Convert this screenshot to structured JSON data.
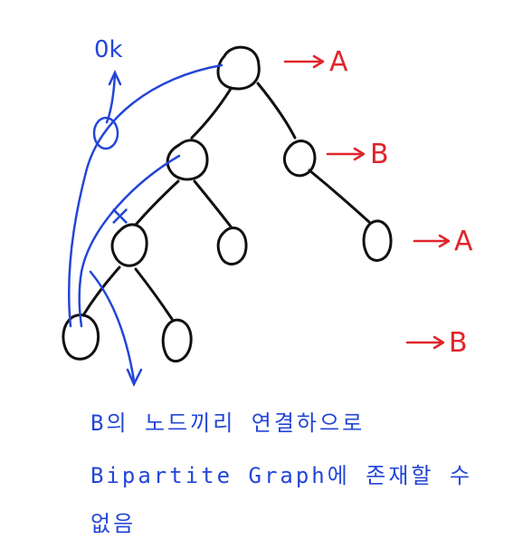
{
  "diagram": {
    "level_labels": [
      "A",
      "B",
      "A",
      "B"
    ],
    "ok_label": "0k",
    "cross_mark": "×",
    "note_lines": [
      "B의 노드끼리 연결하으로",
      "Bipartite Graph에 존재할 수",
      "없음"
    ]
  },
  "colors": {
    "tree": "#111111",
    "label_arrows": "#e0252b",
    "annotation": "#2446d6"
  }
}
